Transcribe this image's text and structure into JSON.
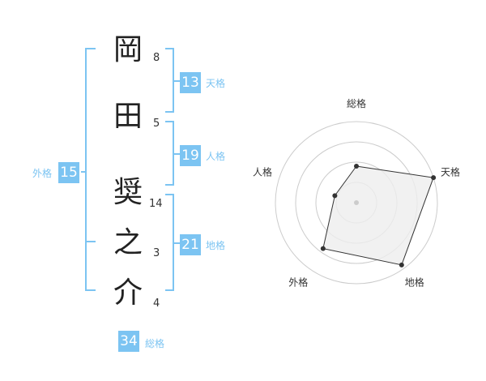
{
  "name": {
    "chars": [
      {
        "char": "岡",
        "strokes": "8"
      },
      {
        "char": "田",
        "strokes": "5"
      },
      {
        "char": "奨",
        "strokes": "14"
      },
      {
        "char": "之",
        "strokes": "3"
      },
      {
        "char": "介",
        "strokes": "4"
      }
    ]
  },
  "fortunes": {
    "tenkaku": {
      "value": "13",
      "label": "天格"
    },
    "jinkaku": {
      "value": "19",
      "label": "人格"
    },
    "chikaku": {
      "value": "21",
      "label": "地格"
    },
    "gaikaku": {
      "value": "15",
      "label": "外格"
    },
    "soukaku": {
      "value": "34",
      "label": "総格"
    }
  },
  "colors": {
    "accent": "#7cc4f2",
    "text": "#222222",
    "radar_fill": "#eeeeee",
    "radar_line": "#333333",
    "grid": "#cccccc"
  },
  "chart_data": {
    "type": "radar",
    "axes": [
      "総格",
      "天格",
      "地格",
      "外格",
      "人格"
    ],
    "values": [
      0.45,
      1.0,
      0.95,
      0.7,
      0.28
    ],
    "range": [
      0,
      1
    ],
    "rings": 4
  }
}
